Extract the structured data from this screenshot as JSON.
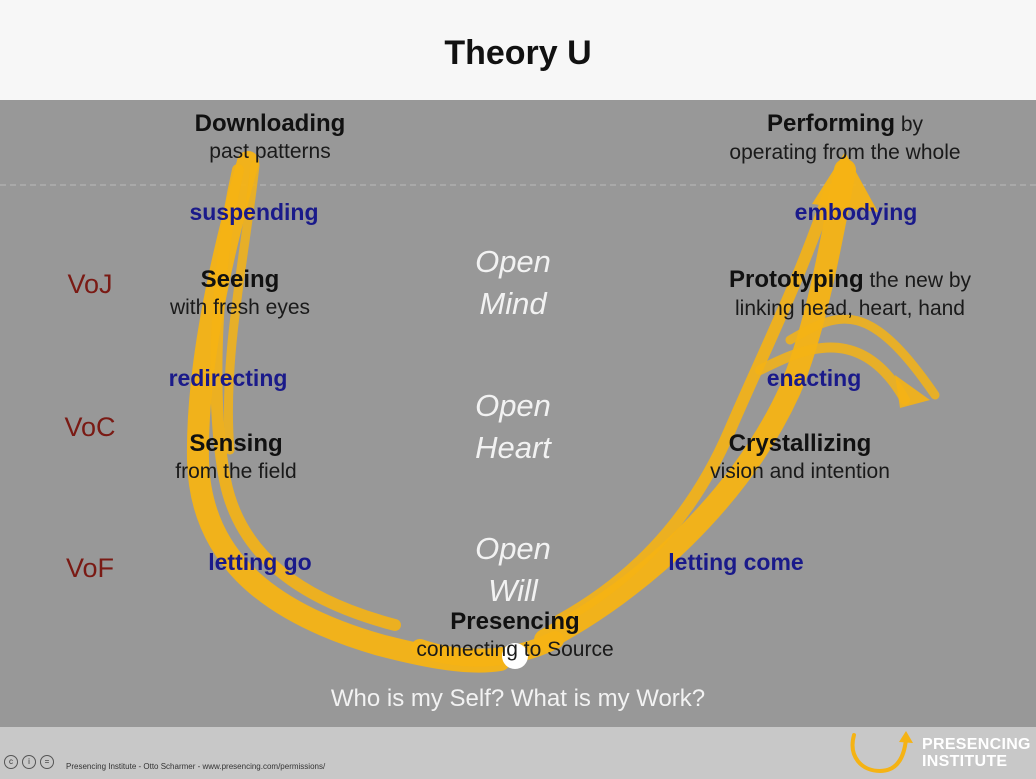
{
  "title": "Theory U",
  "left_stages": [
    {
      "title": "Downloading",
      "sub": "past patterns"
    },
    {
      "title": "Seeing",
      "sub": "with fresh eyes"
    },
    {
      "title": "Sensing",
      "sub": "from the field"
    }
  ],
  "right_stages": [
    {
      "title": "Performing",
      "title_rest": " by",
      "sub": "operating from the whole"
    },
    {
      "title": "Prototyping",
      "title_rest": " the new by",
      "sub": "linking head, heart, hand"
    },
    {
      "title": "Crystallizing",
      "sub": "vision and intention"
    }
  ],
  "bottom_stage": {
    "title": "Presencing",
    "sub": "connecting to Source"
  },
  "actions_left": [
    "suspending",
    "redirecting",
    "letting go"
  ],
  "actions_right": [
    "embodying",
    "enacting",
    "letting come"
  ],
  "voices": [
    "VoJ",
    "VoC",
    "VoF"
  ],
  "openness": [
    {
      "line1": "Open",
      "line2": "Mind"
    },
    {
      "line1": "Open",
      "line2": "Heart"
    },
    {
      "line1": "Open",
      "line2": "Will"
    }
  ],
  "question": "Who is my Self? What is my Work?",
  "footer": {
    "credit": "Presencing Institute - Otto Scharmer - www.presencing.com/permissions/",
    "cc_icons": [
      "cc",
      "by",
      "nd"
    ],
    "logo_line1": "PRESENCING",
    "logo_line2": "INSTITUTE"
  },
  "colors": {
    "background": "#989898",
    "title_bar": "#f7f7f7",
    "footer": "#c8c8c8",
    "u_stroke": "#f5b314",
    "action_text": "#1a1a8a",
    "voice_text": "#7a1a14",
    "openness_text": "#f2f2f2"
  }
}
